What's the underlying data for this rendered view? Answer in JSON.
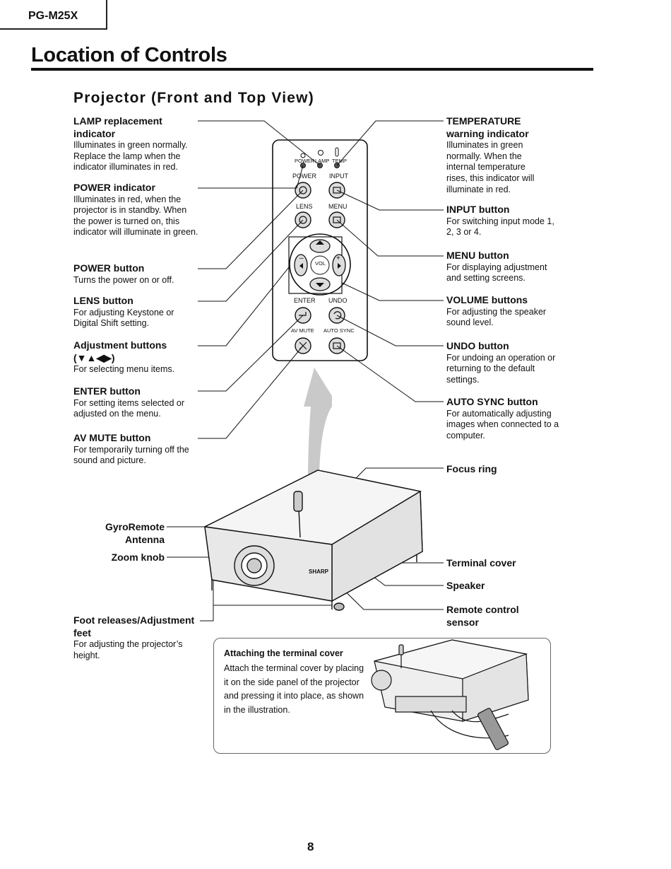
{
  "header": {
    "model": "PG-M25X"
  },
  "title": "Location of Controls",
  "section_title": "Projector (Front and Top View)",
  "panel_labels": {
    "power_led": "POWER",
    "lamp_led": "LAMP",
    "temp_led": "TEMP",
    "power": "POWER",
    "input": "INPUT",
    "lens": "LENS",
    "menu": "MENU",
    "vol": "VOL",
    "minus": "–",
    "plus": "+",
    "enter": "ENTER",
    "undo": "UNDO",
    "av_mute": "AV MUTE",
    "auto_sync": "AUTO SYNC"
  },
  "left_callouts": [
    {
      "title": "LAMP replacement indicator",
      "desc": "Illuminates in green normally. Replace the lamp when the indicator illuminates in red."
    },
    {
      "title": "POWER indicator",
      "desc": "Illuminates in red, when the projector is in standby. When the power is turned on, this indicator will illuminate in green."
    },
    {
      "title": "POWER button",
      "desc": "Turns the power on or off."
    },
    {
      "title": "LENS button",
      "desc": "For adjusting Keystone or Digital Shift setting."
    },
    {
      "title": "Adjustment buttons (▼▲◀▶)",
      "desc": "For selecting menu items."
    },
    {
      "title": "ENTER button",
      "desc": "For setting items selected or adjusted on the menu."
    },
    {
      "title": "AV MUTE button",
      "desc": "For temporarily turning off the sound and picture."
    }
  ],
  "right_callouts": [
    {
      "title": "TEMPERATURE warning indicator",
      "desc": "Illuminates in green normally. When the internal temperature rises, this indicator will illuminate in red."
    },
    {
      "title": "INPUT button",
      "desc": "For switching input mode 1, 2, 3 or 4."
    },
    {
      "title": "MENU button",
      "desc": "For displaying adjustment and setting screens."
    },
    {
      "title": "VOLUME buttons",
      "desc": "For adjusting the speaker sound level."
    },
    {
      "title": "UNDO button",
      "desc": "For undoing an operation or returning to the default settings."
    },
    {
      "title": "AUTO SYNC button",
      "desc": "For automatically adjusting images when connected to a computer."
    }
  ],
  "body_labels": {
    "focus_ring": "Focus ring",
    "gyro_antenna": "GyroRemote Antenna",
    "zoom_knob": "Zoom knob",
    "terminal_cover": "Terminal cover",
    "speaker": "Speaker",
    "remote_sensor": "Remote control sensor",
    "foot_title": "Foot releases/Adjustment feet",
    "foot_desc": "For adjusting the projector’s height."
  },
  "brand": "SHARP",
  "note": {
    "title": "Attaching the terminal cover",
    "desc": "Attach the terminal cover by placing it on the side panel of the projector and pressing it into place, as shown in the illustration."
  },
  "page_number": "8"
}
